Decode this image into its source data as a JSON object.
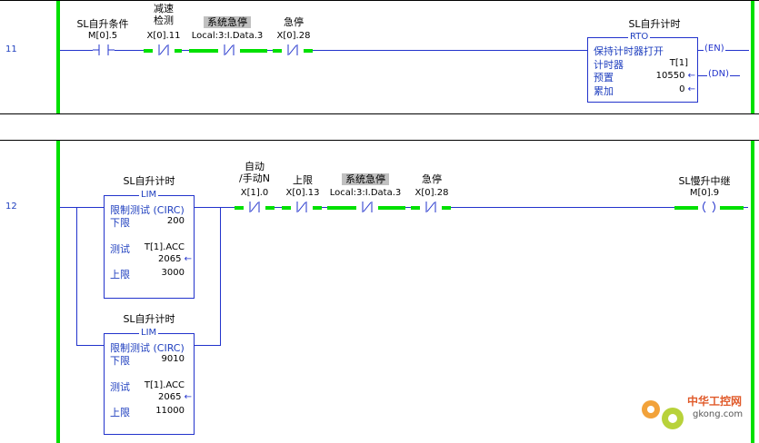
{
  "rung11": {
    "number": "11",
    "contacts": [
      {
        "label": "SL自升条件",
        "address": "M[0].5"
      },
      {
        "label": "减速\n检测",
        "address": "X[0].11"
      },
      {
        "label": "系统急停",
        "address": "Local:3:I.Data.3"
      },
      {
        "label": "急停",
        "address": "X[0].28"
      }
    ],
    "rto": {
      "title": "SL自升计时",
      "type": "RTO",
      "name": "保持计时器打开",
      "timer_label": "计时器",
      "timer_value": "T[1]",
      "preset_label": "预置",
      "preset_value": "10550",
      "accum_label": "累加",
      "accum_value": "0",
      "en": "EN",
      "dn": "DN"
    }
  },
  "rung12": {
    "number": "12",
    "lim1": {
      "title": "SL自升计时",
      "type": "LIM",
      "name": "限制测试 (CIRC)",
      "low_label": "下限",
      "low_value": "200",
      "test_label": "测试",
      "test_tag": "T[1].ACC",
      "test_value": "2065",
      "high_label": "上限",
      "high_value": "3000"
    },
    "lim2": {
      "title": "SL自升计时",
      "type": "LIM",
      "name": "限制测试 (CIRC)",
      "low_label": "下限",
      "low_value": "9010",
      "test_label": "测试",
      "test_tag": "T[1].ACC",
      "test_value": "2065",
      "high_label": "上限",
      "high_value": "11000"
    },
    "contacts": [
      {
        "label": "自动\n/手动N",
        "address": "X[1].0"
      },
      {
        "label": "上限",
        "address": "X[0].13"
      },
      {
        "label": "系统急停",
        "address": "Local:3:I.Data.3"
      },
      {
        "label": "急停",
        "address": "X[0].28"
      }
    ],
    "coil": {
      "label": "SL慢升中继",
      "address": "M[0].9"
    }
  },
  "watermark": {
    "text_cn": "中华工控网",
    "text_en": "gkong.com"
  },
  "colors": {
    "rail": "#00e000",
    "wire": "#2233cc",
    "highlight": "#c0c0c0"
  }
}
